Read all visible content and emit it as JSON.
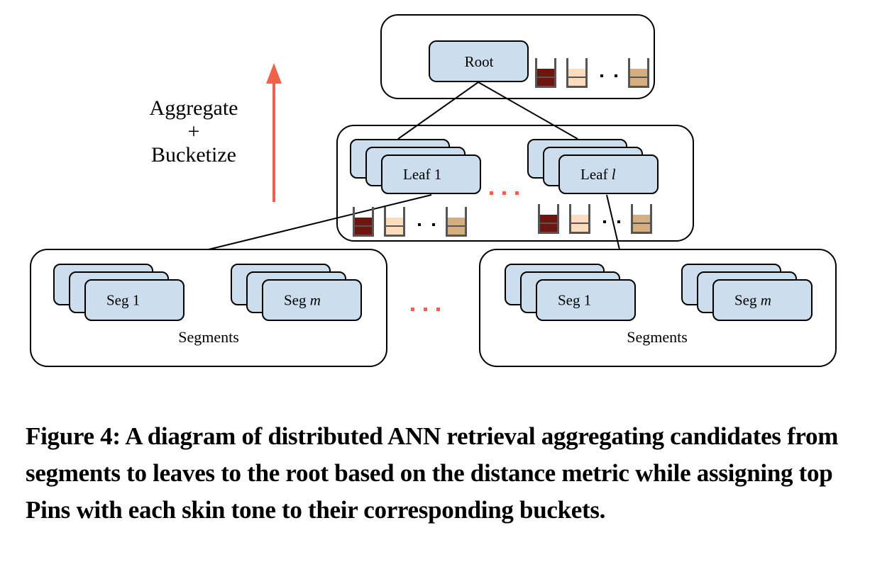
{
  "figure": {
    "side_label": {
      "line1": "Aggregate",
      "line2": "+",
      "line3": "Bucketize"
    },
    "root": {
      "label": "Root"
    },
    "leaves": [
      {
        "label_prefix": "Leaf ",
        "label_var": "1"
      },
      {
        "label_prefix": "Leaf ",
        "label_var": "l"
      }
    ],
    "segment_groups": [
      {
        "title": "Segments",
        "segs": [
          {
            "prefix": "Seg ",
            "var": "1"
          },
          {
            "prefix": "Seg ",
            "var": "m"
          }
        ]
      },
      {
        "title": "Segments",
        "segs": [
          {
            "prefix": "Seg ",
            "var": "1"
          },
          {
            "prefix": "Seg ",
            "var": "m"
          }
        ]
      }
    ],
    "ellipsis": "· · ·",
    "bucket_colors": [
      "#6e1510",
      "#fcdcbc",
      "#d4ae80"
    ],
    "colors": {
      "node_fill": "#ccdeee",
      "arrow": "#f0614a",
      "ellipsis": "#f0614a",
      "bucket_frame": "#555555"
    }
  },
  "caption": "Figure 4: A diagram of distributed ANN retrieval aggregating candidates from segments to leaves to the root based on the distance metric while assigning top Pins with each skin tone to their corresponding buckets."
}
